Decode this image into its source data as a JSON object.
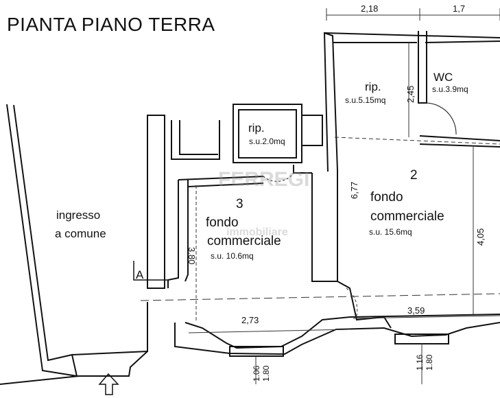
{
  "title": "PIANTA PIANO TERRA",
  "section_marker": "A",
  "watermark": {
    "name": "FERREGI",
    "sub": "immobiliare"
  },
  "rooms": {
    "ingresso": {
      "line1": "ingresso",
      "line2": "a comune"
    },
    "unit3": {
      "number": "3",
      "line1": "fondo",
      "line2": "commerciale",
      "area": "s.u. 10.6mq"
    },
    "rip_small": {
      "label": "rip.",
      "area": "s.u.2.0mq"
    },
    "rip_top": {
      "label": "rip.",
      "area": "s.u.5.15mq"
    },
    "wc": {
      "label": "WC",
      "area": "s.u.3.9mq"
    },
    "unit2": {
      "number": "2",
      "line1": "fondo",
      "line2": "commerciale",
      "area": "s.u. 15.6mq"
    }
  },
  "dimensions": {
    "top_left": "2,18",
    "top_right": "1,7",
    "rip_height": "2,45",
    "unit2_depth": "6,77",
    "unit2_side": "4,05",
    "unit3_depth": "3,80",
    "unit3_width": "2,73",
    "unit2_width": "3,59",
    "win_left_a": "1.06",
    "win_left_b": "1.80",
    "win_right_a": "1.16",
    "win_right_b": "1.80"
  },
  "colors": {
    "wall": "#111111",
    "background": "#ffffff"
  }
}
